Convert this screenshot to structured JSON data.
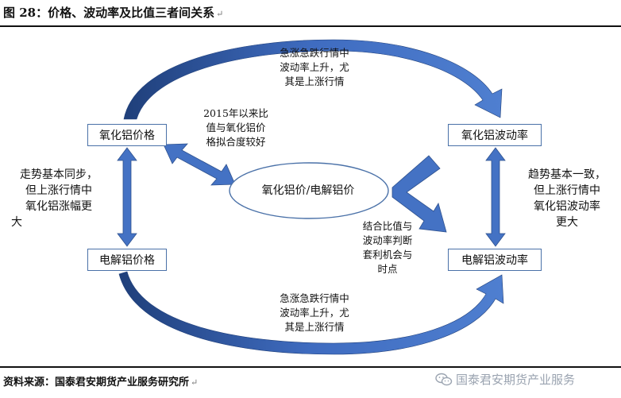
{
  "figure": {
    "title": "图 28：价格、波动率及比值三者间关系",
    "source": "资料来源：国泰君安期货产业服务研究所",
    "watermark": "国泰君安期货产业服务"
  },
  "nodes": {
    "alumina_price": "氧化铝价格",
    "alumina_volatility": "氧化铝波动率",
    "aluminum_price": "电解铝价格",
    "aluminum_volatility": "电解铝波动率",
    "ratio": "氧化铝价/电解铝价"
  },
  "annotations": {
    "top_arc": [
      "急涨急跌行情中",
      "波动率上升，尤",
      "其是上涨行情"
    ],
    "bottom_arc": [
      "急涨急跌行情中",
      "波动率上升，尤",
      "其是上涨行情"
    ],
    "price_ratio": [
      "2015年以来比",
      "值与氧化铝价",
      "格拟合度较好"
    ],
    "ratio_volatility": [
      "结合比值与",
      "波动率判断",
      "套利机会与",
      "时点"
    ],
    "left_side": [
      "走势基本同步，",
      "但上涨行情中",
      "氧化铝涨幅更",
      "大"
    ],
    "right_side": [
      "趋势基本一致，",
      "但上涨行情中",
      "氧化铝波动率",
      "更大"
    ]
  },
  "colors": {
    "arrow_blue": "#4472c4",
    "arrow_dark": "#1f3f7a",
    "box_border": "#4a71a8"
  }
}
